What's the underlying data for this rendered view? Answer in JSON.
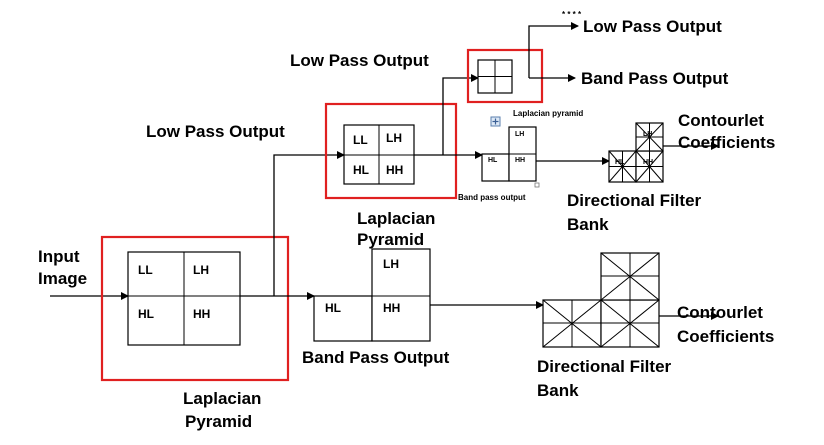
{
  "labels": {
    "input_image_line1": "Input",
    "input_image_line2": "Image",
    "lp_pyramid_1_line1": "Laplacian",
    "lp_pyramid_1_line2": "Pyramid",
    "lp_pyramid_2_line1": "Laplacian",
    "lp_pyramid_2_line2": "Pyramid",
    "low_pass_output_1": "Low Pass Output",
    "low_pass_output_2": "Low Pass Output",
    "low_pass_output_3": "Low Pass Output",
    "band_pass_output_1": "Band Pass Output",
    "band_pass_output_2": "Band Pass Output",
    "band_pass_output_small": "Band pass output",
    "laplacian_pyramid_small": "Laplacian pyramid",
    "dfb_1_line1": "Directional Filter",
    "dfb_1_line2": "Bank",
    "dfb_2_line1": "Directional Filter",
    "dfb_2_line2": "Bank",
    "contourlet_1_line1": "Contourlet",
    "contourlet_1_line2": "Coefficients",
    "contourlet_2_line1": "Contourlet",
    "contourlet_2_line2": "Coefficients",
    "dots": "* * * *"
  },
  "subbands": {
    "ll": "LL",
    "lh": "LH",
    "hl": "HL",
    "hh": "HH"
  },
  "colors": {
    "highlight": "#e02020",
    "lines": "#000000"
  }
}
